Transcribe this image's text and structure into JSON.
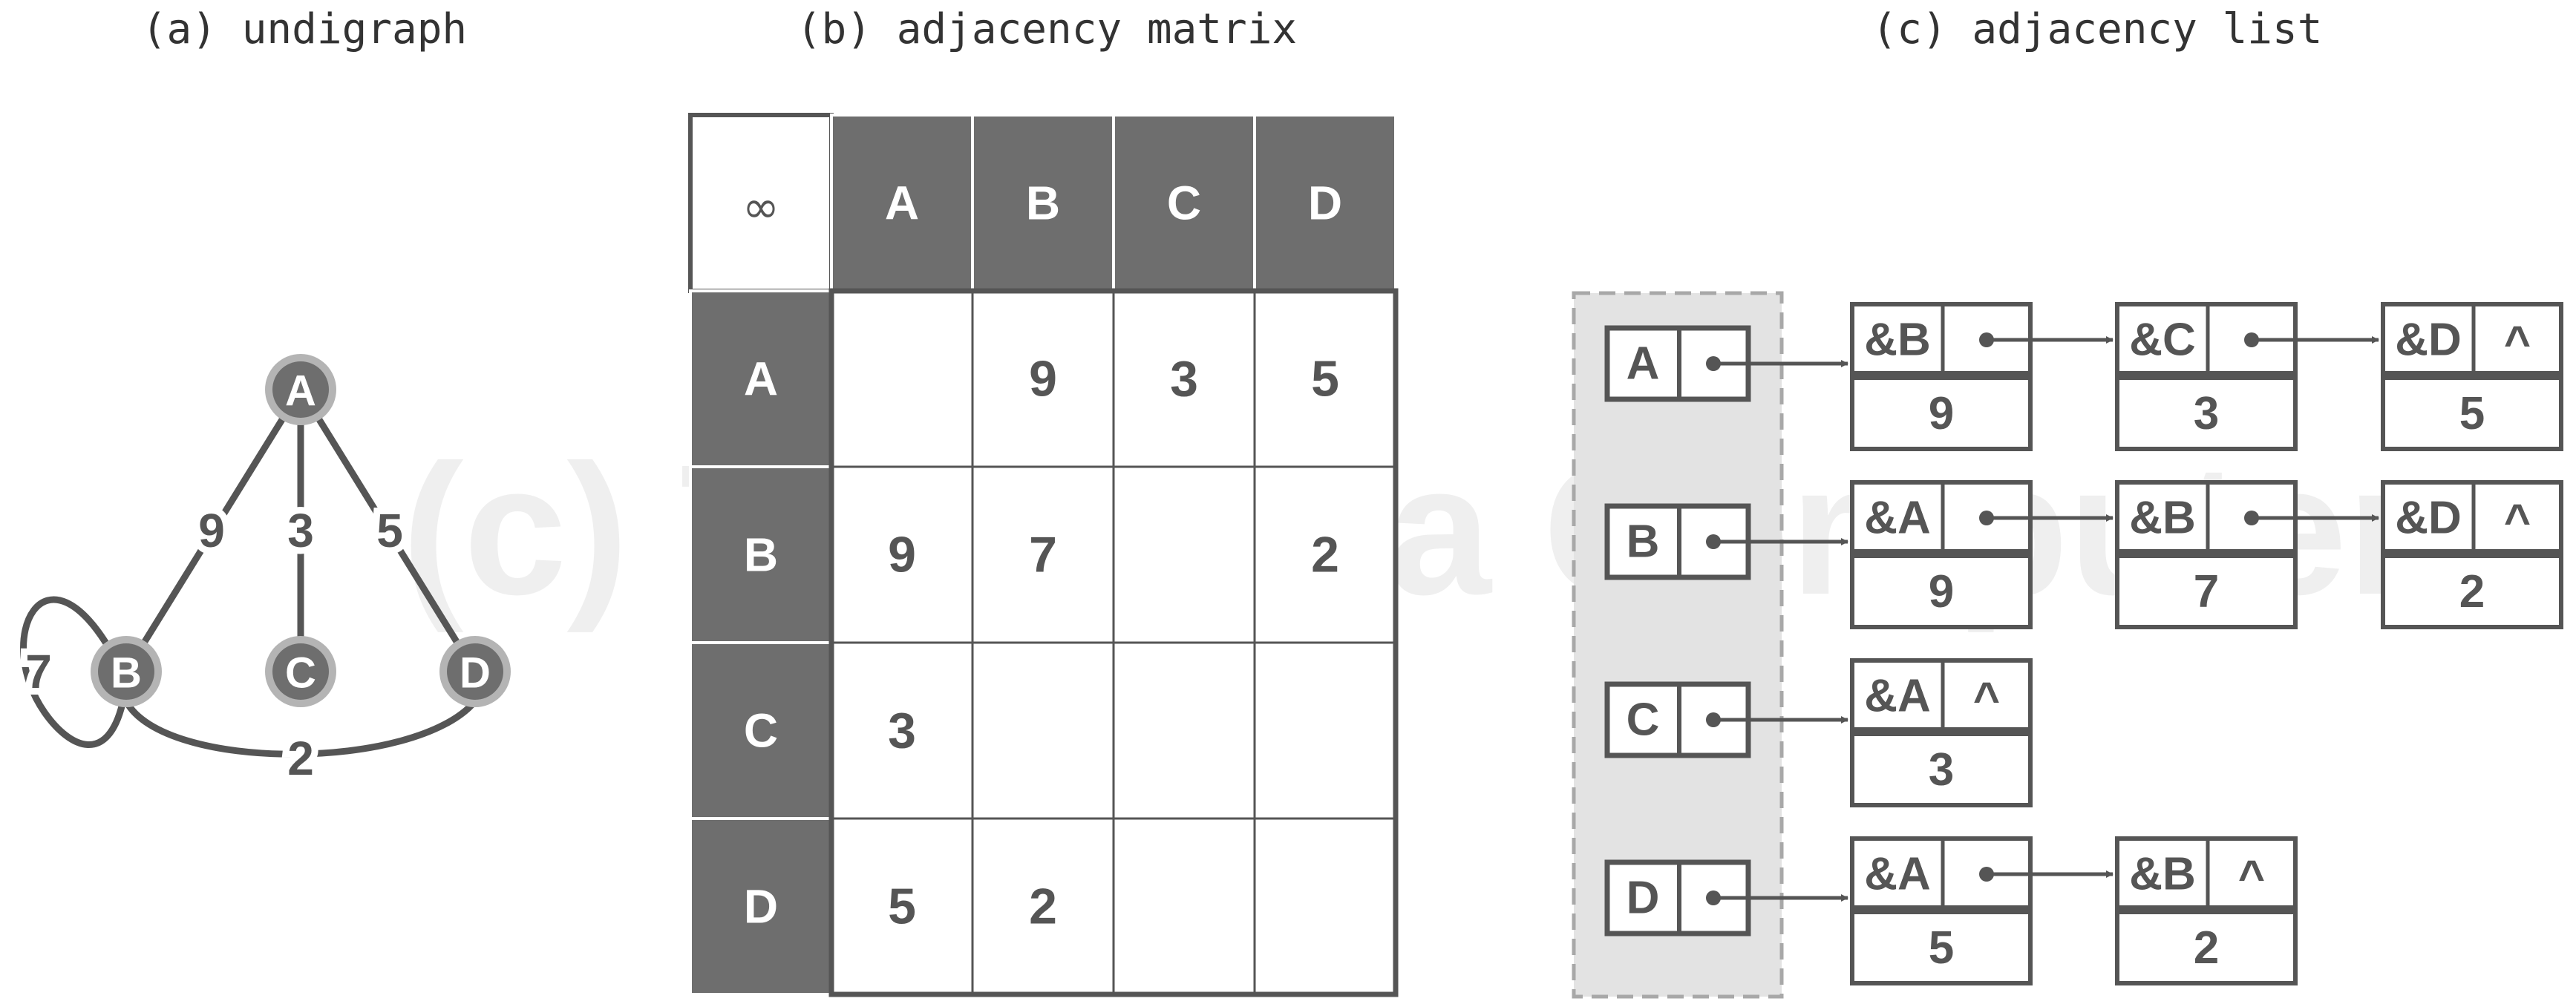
{
  "watermark": "(c) Tsinghua Computer",
  "captions": {
    "graph": "(a) undigraph",
    "matrix": "(b) adjacency matrix",
    "list": "(c) adjacency list"
  },
  "graph": {
    "nodes": [
      {
        "id": "A",
        "label": "A"
      },
      {
        "id": "B",
        "label": "B"
      },
      {
        "id": "C",
        "label": "C"
      },
      {
        "id": "D",
        "label": "D"
      }
    ],
    "edges": [
      {
        "from": "A",
        "to": "B",
        "weight": "9"
      },
      {
        "from": "A",
        "to": "C",
        "weight": "3"
      },
      {
        "from": "A",
        "to": "D",
        "weight": "5"
      },
      {
        "from": "B",
        "to": "B",
        "weight": "7"
      },
      {
        "from": "B",
        "to": "D",
        "weight": "2"
      }
    ]
  },
  "matrix": {
    "corner": "∞",
    "headers": [
      "A",
      "B",
      "C",
      "D"
    ],
    "rows": [
      {
        "label": "A",
        "cells": [
          "",
          "9",
          "3",
          "5"
        ]
      },
      {
        "label": "B",
        "cells": [
          "9",
          "7",
          "",
          "2"
        ]
      },
      {
        "label": "C",
        "cells": [
          "3",
          "",
          "",
          ""
        ]
      },
      {
        "label": "D",
        "cells": [
          "5",
          "2",
          "",
          ""
        ]
      }
    ]
  },
  "adjacency_list": {
    "null_symbol": "^",
    "vertices": [
      {
        "label": "A",
        "nodes": [
          {
            "ref": "&B",
            "weight": "9"
          },
          {
            "ref": "&C",
            "weight": "3"
          },
          {
            "ref": "&D",
            "weight": "5"
          }
        ]
      },
      {
        "label": "B",
        "nodes": [
          {
            "ref": "&A",
            "weight": "9"
          },
          {
            "ref": "&B",
            "weight": "7"
          },
          {
            "ref": "&D",
            "weight": "2"
          }
        ]
      },
      {
        "label": "C",
        "nodes": [
          {
            "ref": "&A",
            "weight": "3"
          }
        ]
      },
      {
        "label": "D",
        "nodes": [
          {
            "ref": "&A",
            "weight": "5"
          },
          {
            "ref": "&B",
            "weight": "2"
          }
        ]
      }
    ]
  },
  "colors": {
    "dark": "#6e6e6e",
    "line": "#555555",
    "panel": "#e3e3e3",
    "node_ring": "#b4b4b4"
  }
}
